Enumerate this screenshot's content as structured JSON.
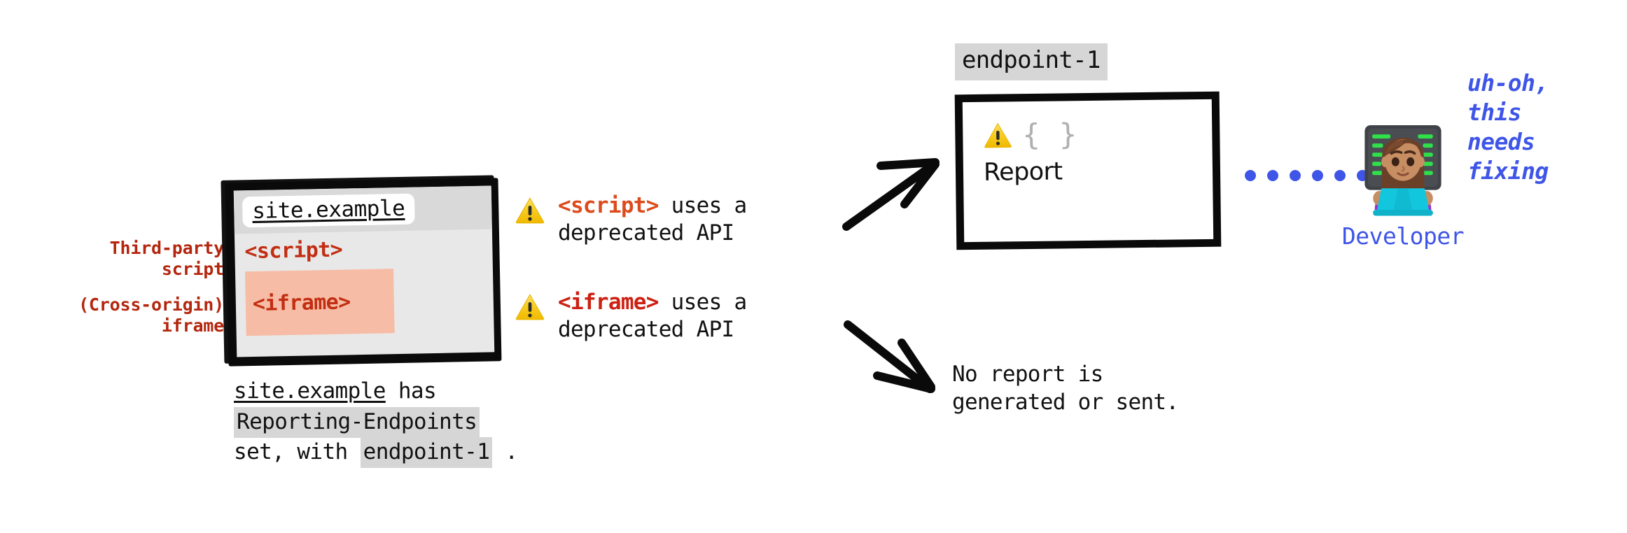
{
  "diagram": {
    "title": "Reporting endpoints with third-party script and cross-origin iframe",
    "colors": {
      "annotation_red": "#B4260E",
      "tag_red": "#C22E12",
      "script_orange": "#DD4B1C",
      "iframe_red": "#CC2113",
      "developer_blue": "#3E55E8",
      "iframe_highlight": "#F7BCA5",
      "code_highlight": "#D6D6D6",
      "warning_yellow": "#F7CB13",
      "frame_black": "#0A0A0A"
    }
  },
  "side_labels": [
    {
      "lines": [
        "Third-party",
        "script"
      ]
    },
    {
      "lines": [
        "(Cross-origin)",
        "iframe"
      ]
    }
  ],
  "browser": {
    "url": "site.example",
    "script_tag": "<script>",
    "iframe_tag": "<iframe>"
  },
  "caption": {
    "line1_site": "site.example",
    "line1_rest": " has",
    "line2_code": "Reporting-Endpoints",
    "line3_pre": "set, with ",
    "line3_code": "endpoint-1",
    "line3_post": " ."
  },
  "warnings": [
    {
      "icon": "warning-triangle-icon",
      "tag": "<script>",
      "tag_kind": "script",
      "rest": " uses a",
      "line2": "deprecated API"
    },
    {
      "icon": "warning-triangle-icon",
      "tag": "<iframe>",
      "tag_kind": "iframe",
      "rest": " uses a",
      "line2": "deprecated API"
    }
  ],
  "endpoint": {
    "label": "endpoint-1",
    "braces": "{ }",
    "report_label": "Report",
    "icon": "warning-triangle-icon"
  },
  "no_report": {
    "line1": "No report is",
    "line2": "generated or sent."
  },
  "connector": {
    "dot_count": 6,
    "icon": "dotted-connector-icon"
  },
  "developer": {
    "emoji_name": "woman-technologist-emoji",
    "label": "Developer",
    "speech": [
      "uh-oh,",
      "this",
      "needs",
      "fixing"
    ]
  }
}
